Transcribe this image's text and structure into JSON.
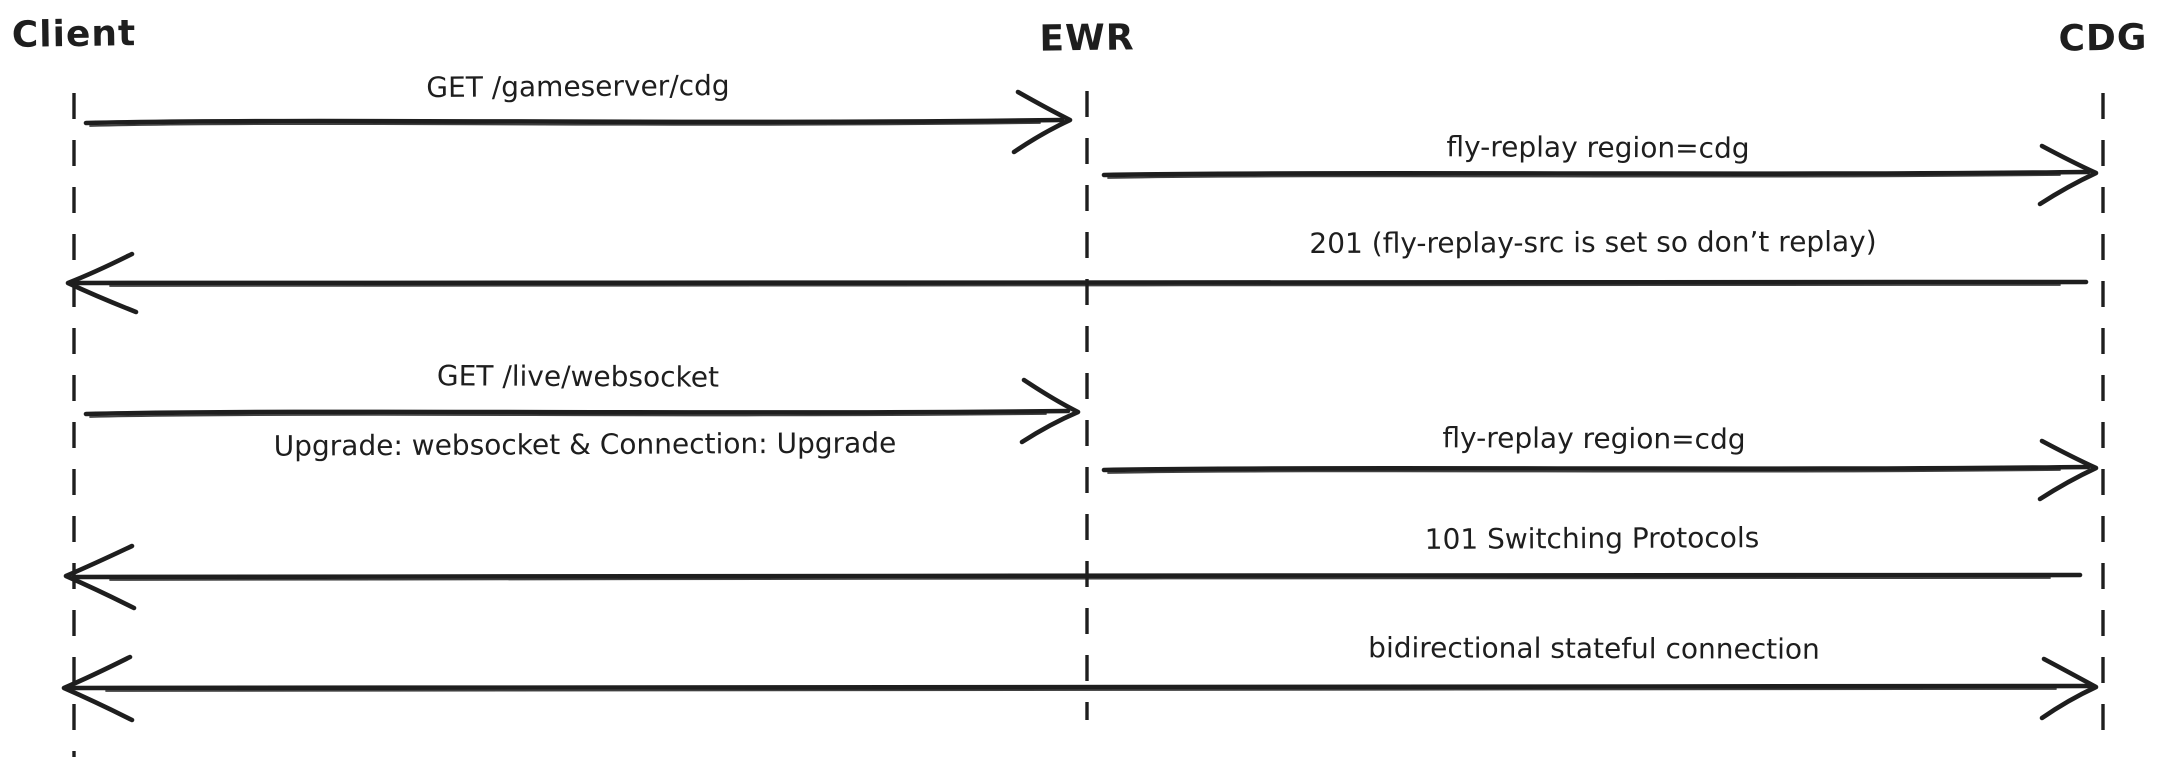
{
  "diagram": {
    "type": "sequence",
    "style": "hand-drawn",
    "background": "#ffffff",
    "ink_color": "#1e1e1e",
    "actors": [
      {
        "name": "Client"
      },
      {
        "name": "EWR"
      },
      {
        "name": "CDG"
      }
    ],
    "messages": [
      {
        "from": "Client",
        "to": "EWR",
        "direction": "right",
        "label": "GET /gameserver/cdg"
      },
      {
        "from": "EWR",
        "to": "CDG",
        "direction": "right",
        "label": "fly-replay region=cdg"
      },
      {
        "from": "CDG",
        "to": "Client",
        "direction": "left",
        "label": "201 (fly-replay-src is set so don’t replay)"
      },
      {
        "from": "Client",
        "to": "EWR",
        "direction": "right",
        "label": "GET /live/websocket",
        "sublabel": "Upgrade: websocket & Connection: Upgrade"
      },
      {
        "from": "EWR",
        "to": "CDG",
        "direction": "right",
        "label": "fly-replay region=cdg"
      },
      {
        "from": "CDG",
        "to": "Client",
        "direction": "left",
        "label": "101 Switching Protocols"
      },
      {
        "from": "Client",
        "to": "CDG",
        "direction": "both",
        "label": "bidirectional stateful connection"
      }
    ]
  }
}
